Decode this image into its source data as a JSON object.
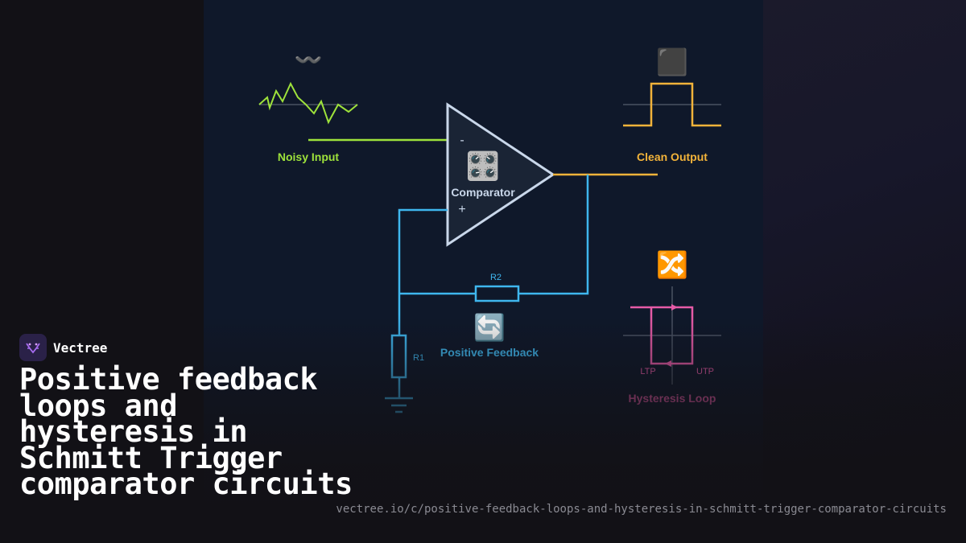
{
  "brand": {
    "name": "Vectree"
  },
  "headline": "Positive feedback loops and hysteresis in Schmitt Trigger comparator circuits",
  "url": "vectree.io/c/positive-feedback-loops-and-hysteresis-in-schmitt-trigger-comparator-circuits",
  "diagram": {
    "noisy_input": {
      "label": "Noisy Input",
      "icon": "〰️"
    },
    "clean_output": {
      "label": "Clean Output",
      "icon": "⬛"
    },
    "comparator": {
      "label": "Comparator",
      "icon": "🎛️",
      "minus": "-",
      "plus": "+"
    },
    "feedback": {
      "label": "Positive Feedback",
      "icon": "🔄",
      "r2": "R2",
      "r1": "R1"
    },
    "hysteresis": {
      "label": "Hysteresis Loop",
      "icon": "🔀",
      "ltp": "LTP",
      "utp": "UTP"
    }
  },
  "colors": {
    "noisy": "#9ee23b",
    "output": "#f2b33a",
    "feedback": "#3fb6ee",
    "hysteresis": "#e65ba7",
    "comparator": "#c9d7ea",
    "panel": "#0f182a"
  }
}
